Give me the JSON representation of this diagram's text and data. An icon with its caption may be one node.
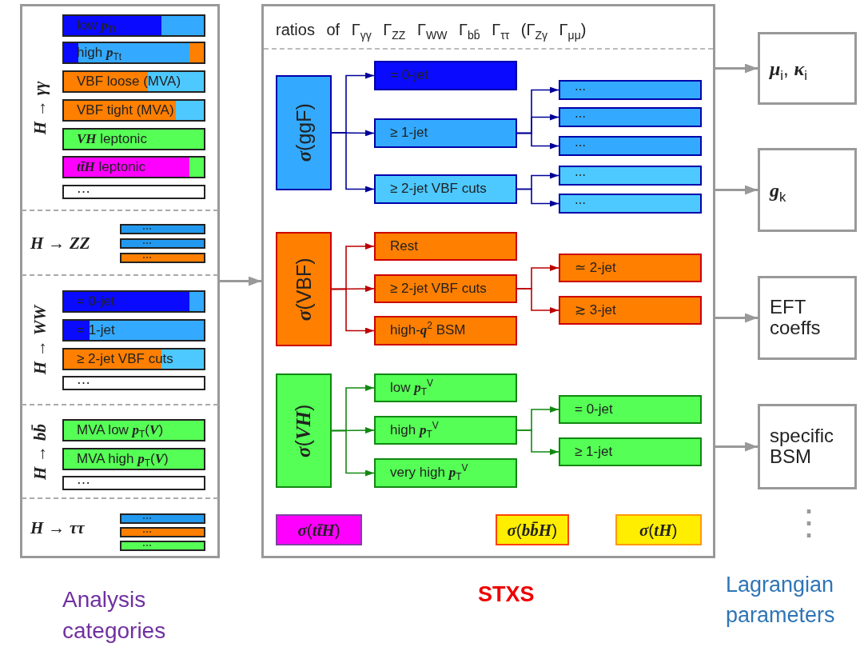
{
  "diagram": {
    "nodes": [
      {
        "text": [],
        "shape": "box"
      },
      {
        "text": [
          "*H* → *γγ*"
        ],
        "in": 0
      },
      {
        "text": [
          "low *p*$_{Tt}$"
        ],
        "in": 1
      },
      {
        "text": [
          "high *p*$_{Tt}$"
        ],
        "in": 1
      },
      {
        "text": [
          "VBF loose (MVA)"
        ],
        "in": 1
      },
      {
        "text": [
          "VBF tight (MVA)"
        ],
        "in": 1
      },
      {
        "text": [
          "*VH* leptonic"
        ],
        "in": 1
      },
      {
        "text": [
          "*tt̄H* leptonic"
        ],
        "in": 1
      },
      {
        "text": [
          "⋯"
        ],
        "in": 1
      },
      {
        "text": [
          "*H* → *ZZ*"
        ],
        "in": 0
      },
      {
        "text": [
          "⋯"
        ],
        "in": 9
      },
      {
        "text": [
          "⋯"
        ],
        "in": 9
      },
      {
        "text": [
          "⋯"
        ],
        "in": 9
      },
      {
        "text": [
          "*H* → *WW*"
        ],
        "in": 0
      },
      {
        "text": [
          "= 0-jet"
        ],
        "in": 13
      },
      {
        "text": [
          "= 1-jet"
        ],
        "in": 13
      },
      {
        "text": [
          "≥ 2-jet VBF cuts"
        ],
        "in": 13
      },
      {
        "text": [
          "⋯"
        ],
        "in": 13
      },
      {
        "text": [
          "*H* → *bb̄*"
        ],
        "in": 0
      },
      {
        "text": [
          "MVA low *p*$_{T}$(*V*)"
        ],
        "in": 18
      },
      {
        "text": [
          "MVA high *p*$_{T}$(*V*)"
        ],
        "in": 18
      },
      {
        "text": [
          "⋯"
        ],
        "in": 18
      },
      {
        "text": [
          "*H* → *ττ*"
        ],
        "in": 0
      },
      {
        "text": [
          "⋯"
        ],
        "in": 22
      },
      {
        "text": [
          "⋯"
        ],
        "in": 22
      },
      {
        "text": [
          "⋯"
        ],
        "in": 22
      },
      {
        "text": [
          "ratios of Γ$_{γγ}$ Γ$_{ZZ}$ Γ$_{WW}$ Γ$_{bb̄}$ Γ$_{ττ}$ (Γ$_{Zγ}$ Γ$_{μμ}$)"
        ]
      },
      {
        "text": [
          "*σ*(ggF)"
        ],
        "in": 26
      },
      {
        "text": [
          "= 0-jet"
        ],
        "in": 26
      },
      {
        "text": [
          "≥ 1-jet"
        ],
        "in": 26
      },
      {
        "text": [
          "≥ 2-jet VBF cuts"
        ],
        "in": 26
      },
      {
        "text": [
          "⋯"
        ],
        "in": 26
      },
      {
        "text": [
          "⋯"
        ],
        "in": 26
      },
      {
        "text": [
          "⋯"
        ],
        "in": 26
      },
      {
        "text": [
          "⋯"
        ],
        "in": 26
      },
      {
        "text": [
          "⋯"
        ],
        "in": 26
      },
      {
        "text": [
          "*σ*(VBF)"
        ],
        "in": 26
      },
      {
        "text": [
          "Rest"
        ],
        "in": 26
      },
      {
        "text": [
          "≥ 2-jet VBF cuts"
        ],
        "in": 26
      },
      {
        "text": [
          "high-*q*$^{2}$ BSM"
        ],
        "in": 26
      },
      {
        "text": [
          "≃ 2-jet"
        ],
        "in": 26
      },
      {
        "text": [
          "≳ 3-jet"
        ],
        "in": 26
      },
      {
        "text": [
          "*σ*(*VH*)"
        ],
        "in": 26
      },
      {
        "text": [
          "low *p*$_{T}$$^{V}$"
        ],
        "in": 26
      },
      {
        "text": [
          "high *p*$_{T}$$^{V}$"
        ],
        "in": 26
      },
      {
        "text": [
          "very high *p*$_{T}$$^{V}$"
        ],
        "in": 26
      },
      {
        "text": [
          "= 0-jet"
        ],
        "in": 26
      },
      {
        "text": [
          "≥ 1-jet"
        ],
        "in": 26
      },
      {
        "text": [
          "*σ*(*tt̄H*)"
        ],
        "in": 26
      },
      {
        "text": [
          "*σ*(*bb̄H*)"
        ],
        "in": 26
      },
      {
        "text": [
          "*σ*(*tH*)"
        ],
        "in": 26
      },
      {
        "text": [
          "*μ*$_{i}$, *κ*$_{i}$"
        ]
      },
      {
        "text": [
          "*g*$_{k}$"
        ]
      },
      {
        "text": [
          "EFT coeffs"
        ]
      },
      {
        "text": [
          "specific BSM"
        ]
      }
    ],
    "edges": [
      {
        "from": 0,
        "to": 26,
        "arrow": "to",
        "color": "#999999"
      },
      {
        "from": 27,
        "to": 28,
        "arrow": "to",
        "color": "#000099"
      },
      {
        "from": 27,
        "to": 29,
        "arrow": "to",
        "color": "#000099"
      },
      {
        "from": 27,
        "to": 30,
        "arrow": "to",
        "color": "#000099"
      },
      {
        "from": 29,
        "to": 31,
        "arrow": "to",
        "color": "#000099"
      },
      {
        "from": 29,
        "to": 32,
        "arrow": "to",
        "color": "#000099"
      },
      {
        "from": 29,
        "to": 33,
        "arrow": "to",
        "color": "#000099"
      },
      {
        "from": 30,
        "to": 34,
        "arrow": "to",
        "color": "#000099"
      },
      {
        "from": 30,
        "to": 35,
        "arrow": "to",
        "color": "#000099"
      },
      {
        "from": 36,
        "to": 37,
        "arrow": "to",
        "color": "#bb0000"
      },
      {
        "from": 36,
        "to": 38,
        "arrow": "to",
        "color": "#bb0000"
      },
      {
        "from": 36,
        "to": 39,
        "arrow": "to",
        "color": "#bb0000"
      },
      {
        "from": 38,
        "to": 40,
        "arrow": "to",
        "color": "#bb0000"
      },
      {
        "from": 38,
        "to": 41,
        "arrow": "to",
        "color": "#bb0000"
      },
      {
        "from": 42,
        "to": 43,
        "arrow": "to",
        "color": "#118811"
      },
      {
        "from": 42,
        "to": 44,
        "arrow": "to",
        "color": "#118811"
      },
      {
        "from": 42,
        "to": 45,
        "arrow": "to",
        "color": "#118811"
      },
      {
        "from": 44,
        "to": 46,
        "arrow": "to",
        "color": "#118811"
      },
      {
        "from": 44,
        "to": 47,
        "arrow": "to",
        "color": "#118811"
      },
      {
        "from": 26,
        "to": 51,
        "arrow": "to",
        "color": "#999999"
      },
      {
        "from": 26,
        "to": 52,
        "arrow": "to",
        "color": "#999999"
      },
      {
        "from": 26,
        "to": 53,
        "arrow": "to",
        "color": "#999999"
      },
      {
        "from": 26,
        "to": 54,
        "arrow": "to",
        "color": "#999999"
      }
    ],
    "labels": [
      "Analysis categories",
      "STXS",
      "⋮",
      "Lagrangian parameters"
    ]
  }
}
